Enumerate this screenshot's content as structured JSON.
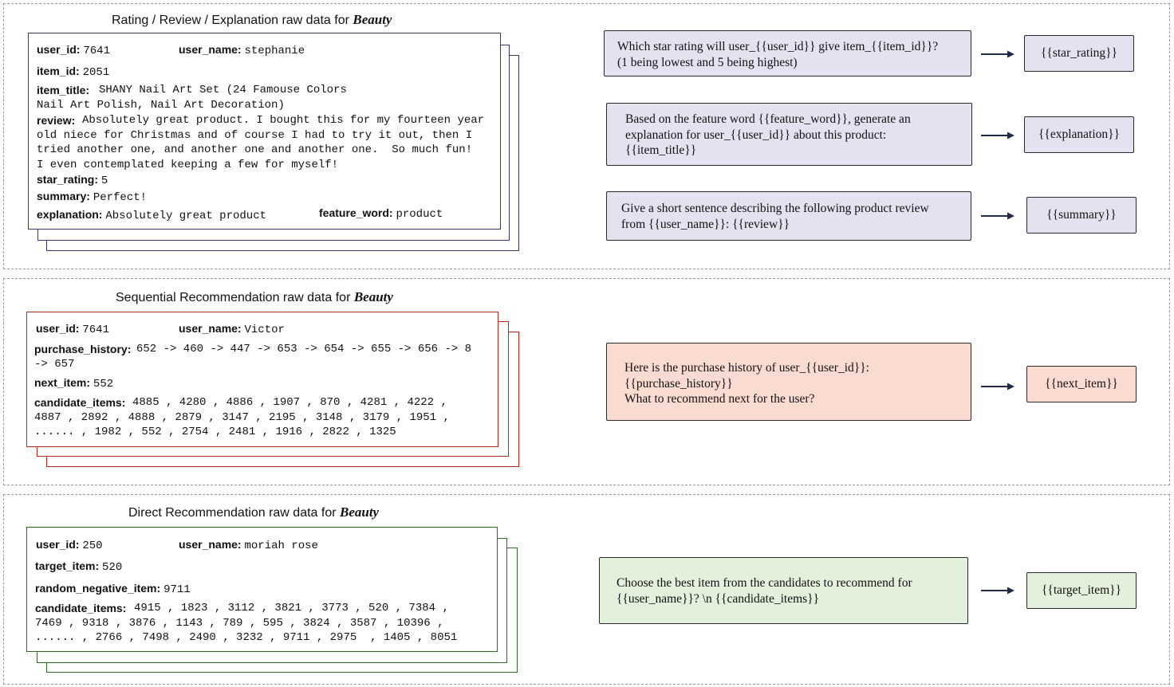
{
  "sections": {
    "rating": {
      "title_prefix": "Rating / Review / Explanation raw data for ",
      "dataset": "Beauty",
      "fields": {
        "user_id_key": "user_id:",
        "user_id_val": "7641",
        "user_name_key": "user_name:",
        "user_name_val": "stephanie",
        "item_id_key": "item_id:",
        "item_id_val": "2051",
        "item_title_key": "item_title:",
        "item_title_val": "SHANY Nail Art Set (24 Famouse Colors\nNail Art Polish, Nail Art Decoration)",
        "review_key": "review:",
        "review_val": "Absolutely great product. I bought this for my fourteen year\nold niece for Christmas and of course I had to try it out, then I\ntried another one, and another one and another one.  So much fun!\nI even contemplated keeping a few for myself!",
        "star_rating_key": "star_rating:",
        "star_rating_val": "5",
        "summary_key": "summary:",
        "summary_val": "Perfect!",
        "explanation_key": "explanation:",
        "explanation_val": "Absolutely great product",
        "feature_word_key": "feature_word:",
        "feature_word_val": "product"
      },
      "prompts": [
        {
          "text": "Which star rating will user_{{user_id}} give item_{{item_id}}?\n(1 being lowest and 5 being highest)",
          "output": "{{star_rating}}"
        },
        {
          "text": "Based on the feature word {{feature_word}}, generate an\nexplanation for user_{{user_id}} about this product:\n{{item_title}}",
          "output": "{{explanation}}"
        },
        {
          "text": "Give a short sentence describing the following product review\nfrom {{user_name}}: {{review}}",
          "output": "{{summary}}"
        }
      ]
    },
    "sequential": {
      "title_prefix": "Sequential Recommendation raw data for ",
      "dataset": "Beauty",
      "fields": {
        "user_id_key": "user_id:",
        "user_id_val": "7641",
        "user_name_key": "user_name:",
        "user_name_val": "Victor",
        "purchase_history_key": "purchase_history:",
        "purchase_history_val": "652 -> 460 -> 447 -> 653 -> 654 -> 655 -> 656 -> 8\n-> 657",
        "next_item_key": "next_item:",
        "next_item_val": "552",
        "candidate_items_key": "candidate_items:",
        "candidate_items_val": "4885 , 4280 , 4886 , 1907 , 870 , 4281 , 4222 ,\n4887 , 2892 , 4888 , 2879 , 3147 , 2195 , 3148 , 3179 , 1951 ,\n...... , 1982 , 552 , 2754 , 2481 , 1916 , 2822 , 1325"
      },
      "prompts": [
        {
          "text": "Here is the purchase history of user_{{user_id}}:\n{{purchase_history}}\nWhat to recommend next for the user?",
          "output": "{{next_item}}"
        }
      ]
    },
    "direct": {
      "title_prefix": "Direct Recommendation raw data for ",
      "dataset": "Beauty",
      "fields": {
        "user_id_key": "user_id:",
        "user_id_val": "250",
        "user_name_key": "user_name:",
        "user_name_val": "moriah rose",
        "target_item_key": "target_item:",
        "target_item_val": "520",
        "random_negative_item_key": "random_negative_item:",
        "random_negative_item_val": "9711",
        "candidate_items_key": "candidate_items:",
        "candidate_items_val": "4915 , 1823 , 3112 , 3821 , 3773 , 520 , 7384 ,\n7469 , 9318 , 3876 , 1143 , 789 , 595 , 3824 , 3587 , 10396 ,\n...... , 2766 , 7498 , 2490 , 3232 , 9711 , 2975  , 1405 , 8051"
      },
      "prompts": [
        {
          "text": "Choose the best item from the candidates to recommend for\n{{user_name}}? \\n {{candidate_items}}",
          "output": "{{target_item}}"
        }
      ]
    }
  },
  "colors": {
    "purple_border": "#3a3470",
    "purple_fill": "#e4e2f0",
    "red_border": "#b5281f",
    "red_fill": "#fadbd2",
    "green_border": "#2e6b25",
    "green_fill": "#e3f0dc"
  }
}
